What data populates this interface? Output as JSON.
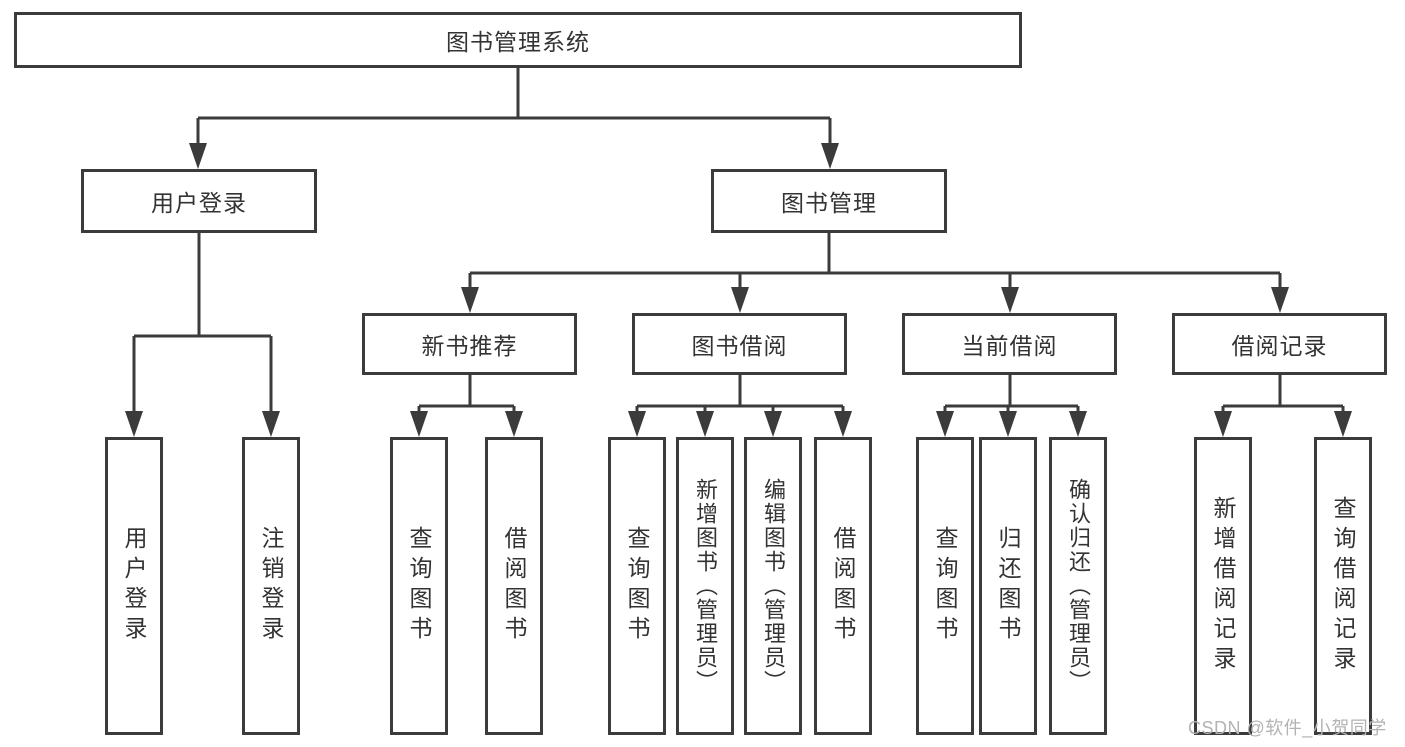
{
  "diagram": {
    "root": {
      "label": "图书管理系统"
    },
    "level2": {
      "user_login": {
        "label": "用户登录"
      },
      "book_mgmt": {
        "label": "图书管理"
      }
    },
    "level3": {
      "new_books": {
        "label": "新书推荐"
      },
      "book_borrow": {
        "label": "图书借阅"
      },
      "current_borrow": {
        "label": "当前借阅"
      },
      "borrow_records": {
        "label": "借阅记录"
      }
    },
    "leaves": {
      "user_login": {
        "label": "用户登录"
      },
      "logout": {
        "label": "注销登录"
      },
      "nb_query_books": {
        "label": "查询图书"
      },
      "nb_borrow_books": {
        "label": "借阅图书"
      },
      "bb_query_books": {
        "label": "查询图书"
      },
      "bb_add_books": {
        "label": "新增图书（管理员）"
      },
      "bb_edit_books": {
        "label": "编辑图书（管理员）"
      },
      "bb_borrow_books": {
        "label": "借阅图书"
      },
      "cb_query_books": {
        "label": "查询图书"
      },
      "cb_return_books": {
        "label": "归还图书"
      },
      "cb_confirm_return": {
        "label": "确认归还（管理员）"
      },
      "br_add_record": {
        "label": "新增借阅记录"
      },
      "br_query_record": {
        "label": "查询借阅记录"
      }
    },
    "watermark": "CSDN @软件_小贺同学",
    "colors": {
      "line": "#3b3b3b",
      "text": "#333333",
      "watermark": "#b3b3b3",
      "background": "#ffffff"
    }
  }
}
